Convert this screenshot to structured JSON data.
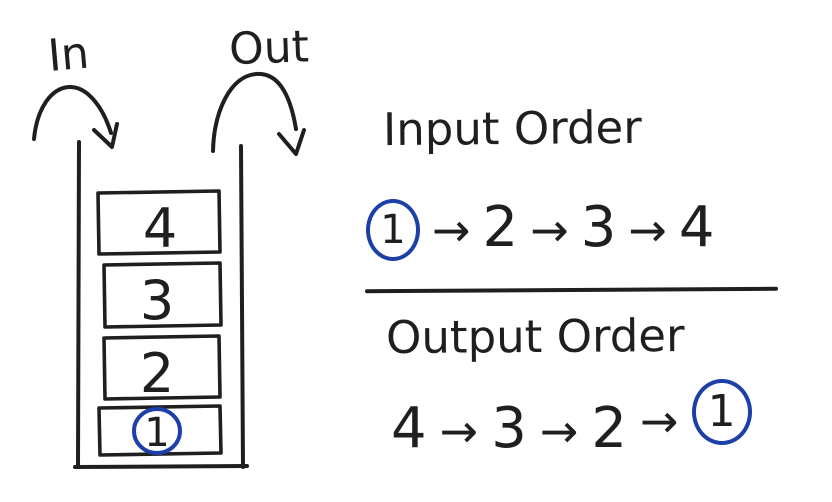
{
  "colors": {
    "ink": "#1f1f1f",
    "accent_blue": "#1c3fa8"
  },
  "stack_diagram": {
    "in_label": "In",
    "out_label": "Out",
    "boxes_top_to_bottom": [
      "4",
      "3",
      "2",
      "1"
    ],
    "circled_box_value": "1"
  },
  "input_order": {
    "title": "Input Order",
    "sequence": [
      "1",
      "2",
      "3",
      "4"
    ],
    "circled_value": "1",
    "arrow_glyph": "→"
  },
  "output_order": {
    "title": "Output Order",
    "sequence": [
      "4",
      "3",
      "2",
      "1"
    ],
    "circled_value": "1",
    "arrow_glyph": "→"
  }
}
